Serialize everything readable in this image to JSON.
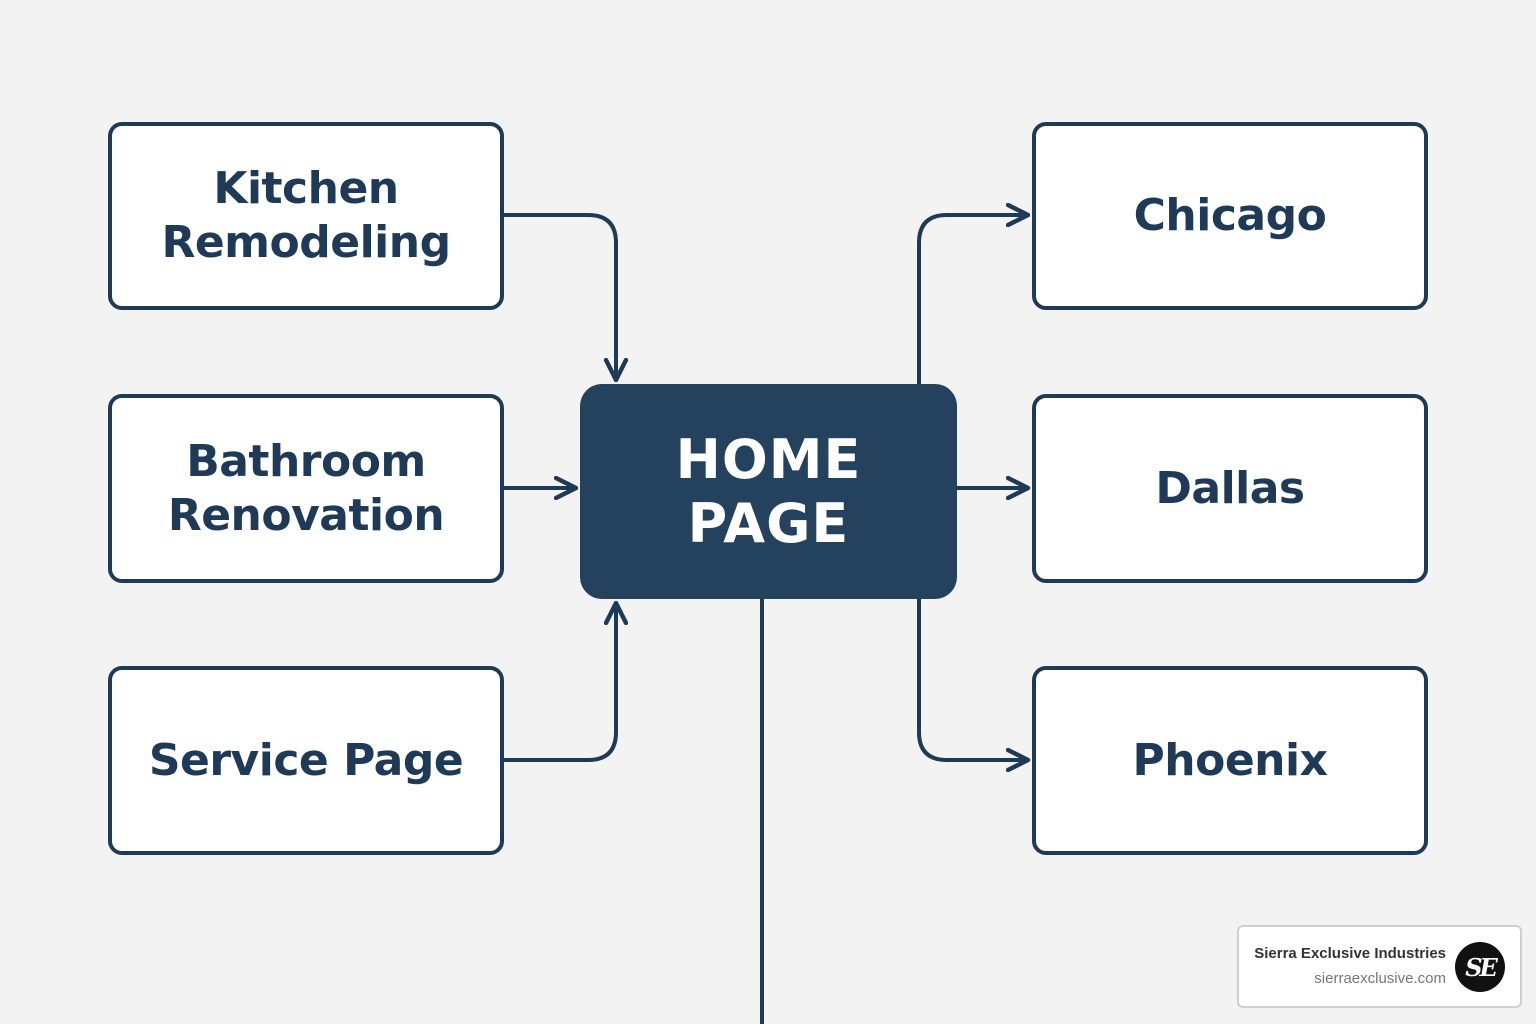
{
  "diagram": {
    "hub": {
      "label": "HOME\nPAGE"
    },
    "inbound_nodes": [
      {
        "id": "kitchen",
        "label": "Kitchen\nRemodeling"
      },
      {
        "id": "bathroom",
        "label": "Bathroom\nRenovation"
      },
      {
        "id": "service",
        "label": "Service Page"
      }
    ],
    "outbound_nodes": [
      {
        "id": "chicago",
        "label": "Chicago"
      },
      {
        "id": "dallas",
        "label": "Dallas"
      },
      {
        "id": "phoenix",
        "label": "Phoenix"
      }
    ],
    "edges": [
      {
        "from": "kitchen",
        "to": "hub"
      },
      {
        "from": "bathroom",
        "to": "hub"
      },
      {
        "from": "service",
        "to": "hub"
      },
      {
        "from": "hub",
        "to": "chicago"
      },
      {
        "from": "hub",
        "to": "dallas"
      },
      {
        "from": "hub",
        "to": "phoenix"
      }
    ]
  },
  "branding": {
    "company": "Sierra Exclusive Industries",
    "website": "sierraexclusive.com",
    "logo_text": "SE"
  },
  "colors": {
    "primary": "#1e3a57",
    "hub_fill": "#24415e",
    "node_fill": "#ffffff",
    "background": "#f3f3f3"
  }
}
